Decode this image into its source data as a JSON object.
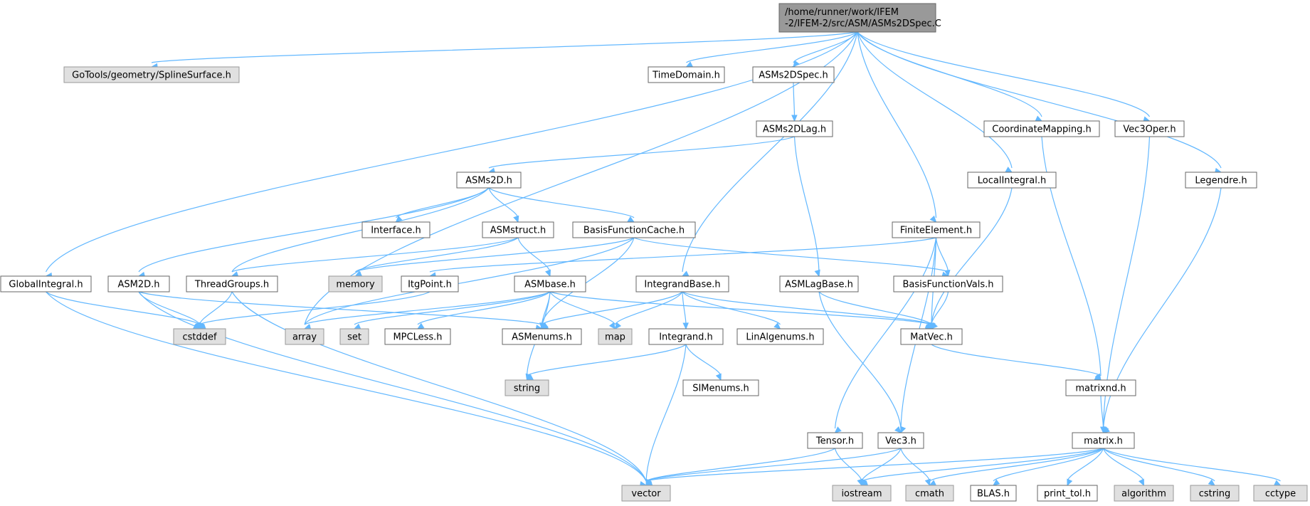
{
  "root": {
    "lines": [
      "/home/runner/work/IFEM",
      "-2/IFEM-2/src/ASM/ASMs2DSpec.C"
    ]
  },
  "colors": {
    "edge": "#63b8ff",
    "root_fill": "#999999",
    "system_fill": "#e0e0e0",
    "node_fill": "#ffffff",
    "node_border": "#666666"
  },
  "nodes": {
    "splinesurface": "GoTools/geometry/SplineSurface.h",
    "timedomain": "TimeDomain.h",
    "asms2dspec": "ASMs2DSpec.h",
    "asms2dlag": "ASMs2DLag.h",
    "asms2d": "ASMs2D.h",
    "coordmap": "CoordinateMapping.h",
    "vec3oper": "Vec3Oper.h",
    "localintegral": "LocalIntegral.h",
    "legendre": "Legendre.h",
    "interface": "Interface.h",
    "asmstruct": "ASMstruct.h",
    "basisfunccache": "BasisFunctionCache.h",
    "finiteelement": "FiniteElement.h",
    "globalintegral": "GlobalIntegral.h",
    "asm2d": "ASM2D.h",
    "threadgroups": "ThreadGroups.h",
    "memory": "memory",
    "itgpoint": "ItgPoint.h",
    "asmbase": "ASMbase.h",
    "integrandbase": "IntegrandBase.h",
    "asmlagbase": "ASMLagBase.h",
    "basisfuncvals": "BasisFunctionVals.h",
    "cstddef": "cstddef",
    "array": "array",
    "set": "set",
    "mpcless": "MPCLess.h",
    "asmenums": "ASMenums.h",
    "map": "map",
    "integrand": "Integrand.h",
    "linalgenums": "LinAlgenums.h",
    "matvec": "MatVec.h",
    "string": "string",
    "simenums": "SIMenums.h",
    "matrixnd": "matrixnd.h",
    "tensor": "Tensor.h",
    "vec3": "Vec3.h",
    "matrix": "matrix.h",
    "vector": "vector",
    "iostream": "iostream",
    "cmath": "cmath",
    "blas": "BLAS.h",
    "printtol": "print_tol.h",
    "algorithm": "algorithm",
    "cstring": "cstring",
    "cctype": "cctype"
  }
}
